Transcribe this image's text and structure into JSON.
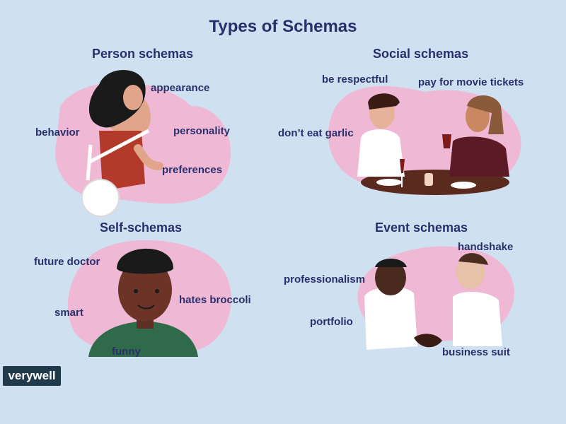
{
  "title": "Types of Schemas",
  "brand": {
    "part1": "very",
    "part2": "well"
  },
  "colors": {
    "background": "#cfe1f0",
    "blob": "#efb9d6",
    "text": "#2a2f6b",
    "logo_bg": "#203a4c"
  },
  "person": {
    "heading": "Person schemas",
    "labels": [
      "appearance",
      "behavior",
      "personality",
      "preferences"
    ]
  },
  "social": {
    "heading": "Social schemas",
    "labels": [
      "be respectful",
      "pay for movie tickets",
      "don’t eat garlic"
    ]
  },
  "self": {
    "heading": "Self-schemas",
    "labels": [
      "future doctor",
      "hates broccoli",
      "smart",
      "funny"
    ]
  },
  "event": {
    "heading": "Event schemas",
    "labels": [
      "handshake",
      "professionalism",
      "portfolio",
      "business suit"
    ]
  }
}
